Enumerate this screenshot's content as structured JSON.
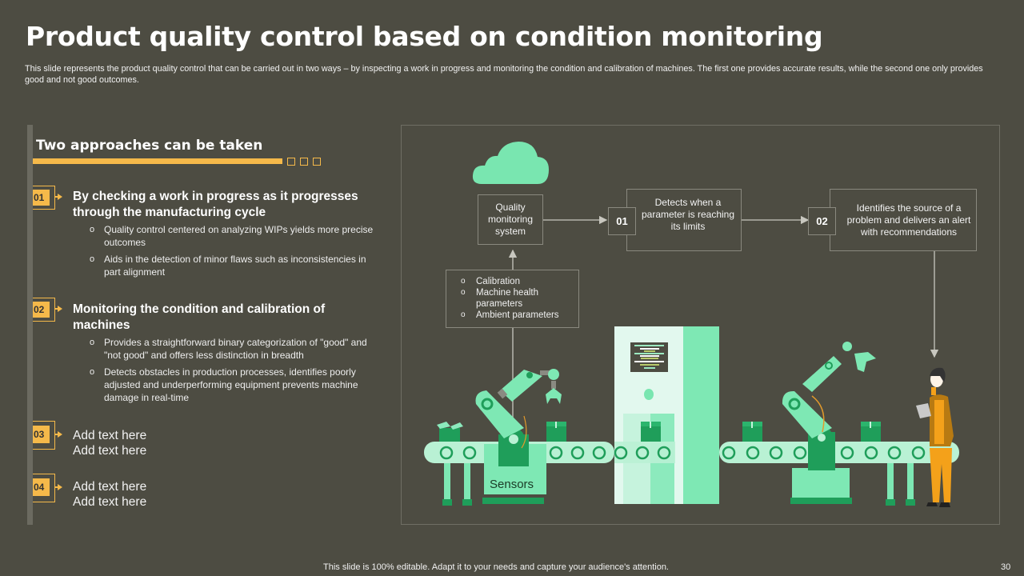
{
  "slide": {
    "title": "Product quality control based on condition monitoring",
    "subtitle": "This slide represents the product quality control that can be carried out in two ways – by inspecting a work in progress and monitoring the condition and calibration of machines. The first one provides accurate results, while the second one only provides good and not good outcomes.",
    "footer": "This slide is 100% editable. Adapt it to your needs and capture your audience's attention.",
    "page_number": "30"
  },
  "colors": {
    "background": "#4d4c42",
    "accent": "#f5b94a",
    "green_light": "#7ee8b4",
    "green_dark": "#1f9e5a",
    "worker_orange": "#f4a11a"
  },
  "left_panel": {
    "heading": "Two approaches can be taken",
    "items": [
      {
        "number": "01",
        "heading": "By checking a work in progress as it progresses through the manufacturing cycle",
        "bullets": [
          "Quality control centered on analyzing WIPs yields more precise outcomes",
          "Aids in the detection of minor flaws such as inconsistencies in part alignment"
        ]
      },
      {
        "number": "02",
        "heading": "Monitoring the condition and calibration of machines",
        "bullets": [
          "Provides a straightforward binary categorization of \"good\" and \"not good\" and offers less distinction in breadth",
          "Detects obstacles in production processes, identifies poorly adjusted and underperforming equipment prevents machine damage in real-time"
        ]
      },
      {
        "number": "03",
        "lines": [
          "Add text here",
          "Add text here"
        ]
      },
      {
        "number": "04",
        "lines": [
          "Add text here",
          "Add text here"
        ]
      }
    ]
  },
  "diagram": {
    "quality_system": "Quality monitoring system",
    "step1": {
      "number": "01",
      "text": "Detects when a parameter is reaching its limits"
    },
    "step2": {
      "number": "02",
      "text": "Identifies the source of a problem and delivers an alert with recommendations"
    },
    "parameters": [
      "Calibration",
      "Machine health parameters",
      "Ambient parameters"
    ],
    "sensors_label": "Sensors",
    "icons": [
      "cloud-icon",
      "robot-arm-left",
      "robot-arm-right",
      "conveyor-belt",
      "processing-machine",
      "worker-with-tablet",
      "box-icon"
    ]
  }
}
